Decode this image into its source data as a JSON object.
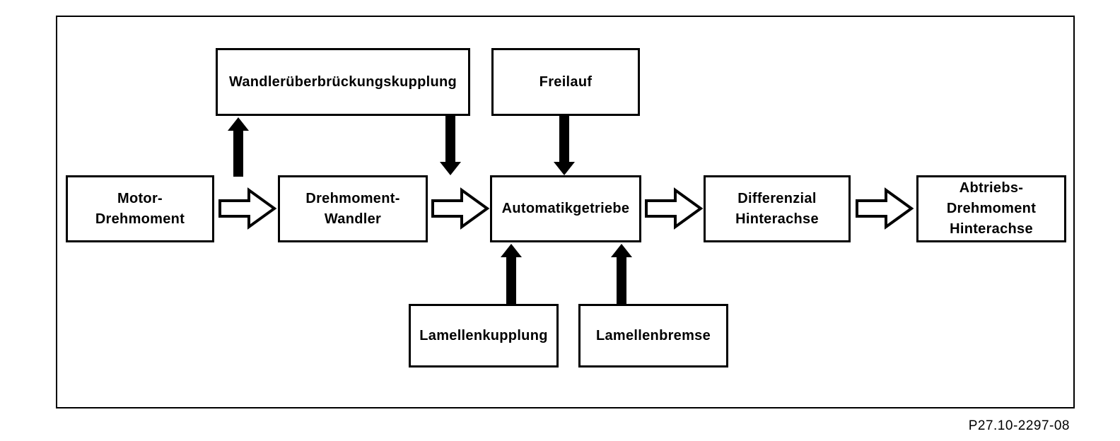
{
  "figure": {
    "code": "P27.10-2297-08"
  },
  "colors": {
    "background": "#ffffff",
    "line": "#000000",
    "text": "#000000"
  },
  "nodes": {
    "wuk": {
      "label": "Wandlerüberbrückungskupplung"
    },
    "freilauf": {
      "label": "Freilauf"
    },
    "motor": {
      "label": "Motor-\nDrehmoment"
    },
    "wandler": {
      "label": "Drehmoment-\nWandler"
    },
    "automatik": {
      "label": "Automatikgetriebe"
    },
    "differenzial": {
      "label": "Differenzial\nHinterachse"
    },
    "abtrieb": {
      "label": "Abtriebs-\nDrehmoment\nHinterachse"
    },
    "lamellenkupplung": {
      "label": "Lamellenkupplung"
    },
    "lamellenbremse": {
      "label": "Lamellenbremse"
    }
  },
  "edges": [
    {
      "from": "Motor-Drehmoment",
      "to": "Drehmoment-Wandler",
      "style": "open-right-arrow"
    },
    {
      "from": "Drehmoment-Wandler",
      "to": "Automatikgetriebe",
      "style": "open-right-arrow"
    },
    {
      "from": "Automatikgetriebe",
      "to": "Differenzial Hinterachse",
      "style": "open-right-arrow"
    },
    {
      "from": "Differenzial Hinterachse",
      "to": "Abtriebs-Drehmoment Hinterachse",
      "style": "open-right-arrow"
    },
    {
      "from": "Drehmoment-Wandler",
      "to": "Wandlerüberbrückungskupplung",
      "style": "solid-up-arrow"
    },
    {
      "from": "Wandlerüberbrückungskupplung",
      "to": "Automatikgetriebe",
      "style": "solid-down-arrow"
    },
    {
      "from": "Freilauf",
      "to": "Automatikgetriebe",
      "style": "solid-down-arrow"
    },
    {
      "from": "Lamellenkupplung",
      "to": "Automatikgetriebe",
      "style": "solid-up-arrow"
    },
    {
      "from": "Lamellenbremse",
      "to": "Automatikgetriebe",
      "style": "solid-up-arrow"
    }
  ]
}
